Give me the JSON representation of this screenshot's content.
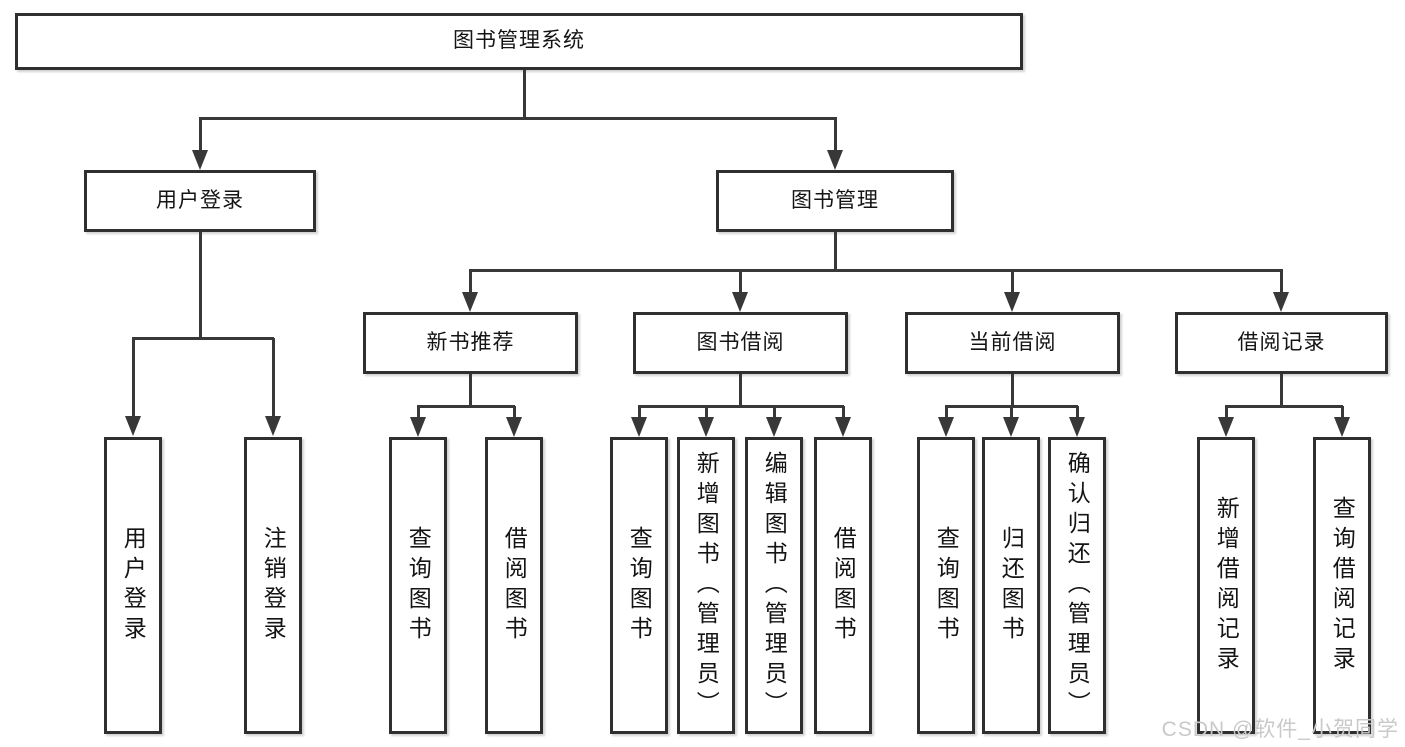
{
  "diagram": {
    "root": {
      "label": "图书管理系统",
      "children": [
        {
          "label": "用户登录",
          "children": [
            {
              "label": "用户登录"
            },
            {
              "label": "注销登录"
            }
          ]
        },
        {
          "label": "图书管理",
          "children": [
            {
              "label": "新书推荐",
              "children": [
                {
                  "label": "查询图书"
                },
                {
                  "label": "借阅图书"
                }
              ]
            },
            {
              "label": "图书借阅",
              "children": [
                {
                  "label": "查询图书"
                },
                {
                  "label": "新增图书（管理员）"
                },
                {
                  "label": "编辑图书（管理员）"
                },
                {
                  "label": "借阅图书"
                }
              ]
            },
            {
              "label": "当前借阅",
              "children": [
                {
                  "label": "查询图书"
                },
                {
                  "label": "归还图书"
                },
                {
                  "label": "确认归还（管理员）"
                }
              ]
            },
            {
              "label": "借阅记录",
              "children": [
                {
                  "label": "新增借阅记录"
                },
                {
                  "label": "查询借阅记录"
                }
              ]
            }
          ]
        }
      ]
    }
  },
  "watermark": "CSDN @软件_小贺同学",
  "colors": {
    "border": "#2f2f2f",
    "line": "#383838",
    "text": "#141414",
    "background": "#ffffff",
    "watermark": "#c9c9c9"
  }
}
